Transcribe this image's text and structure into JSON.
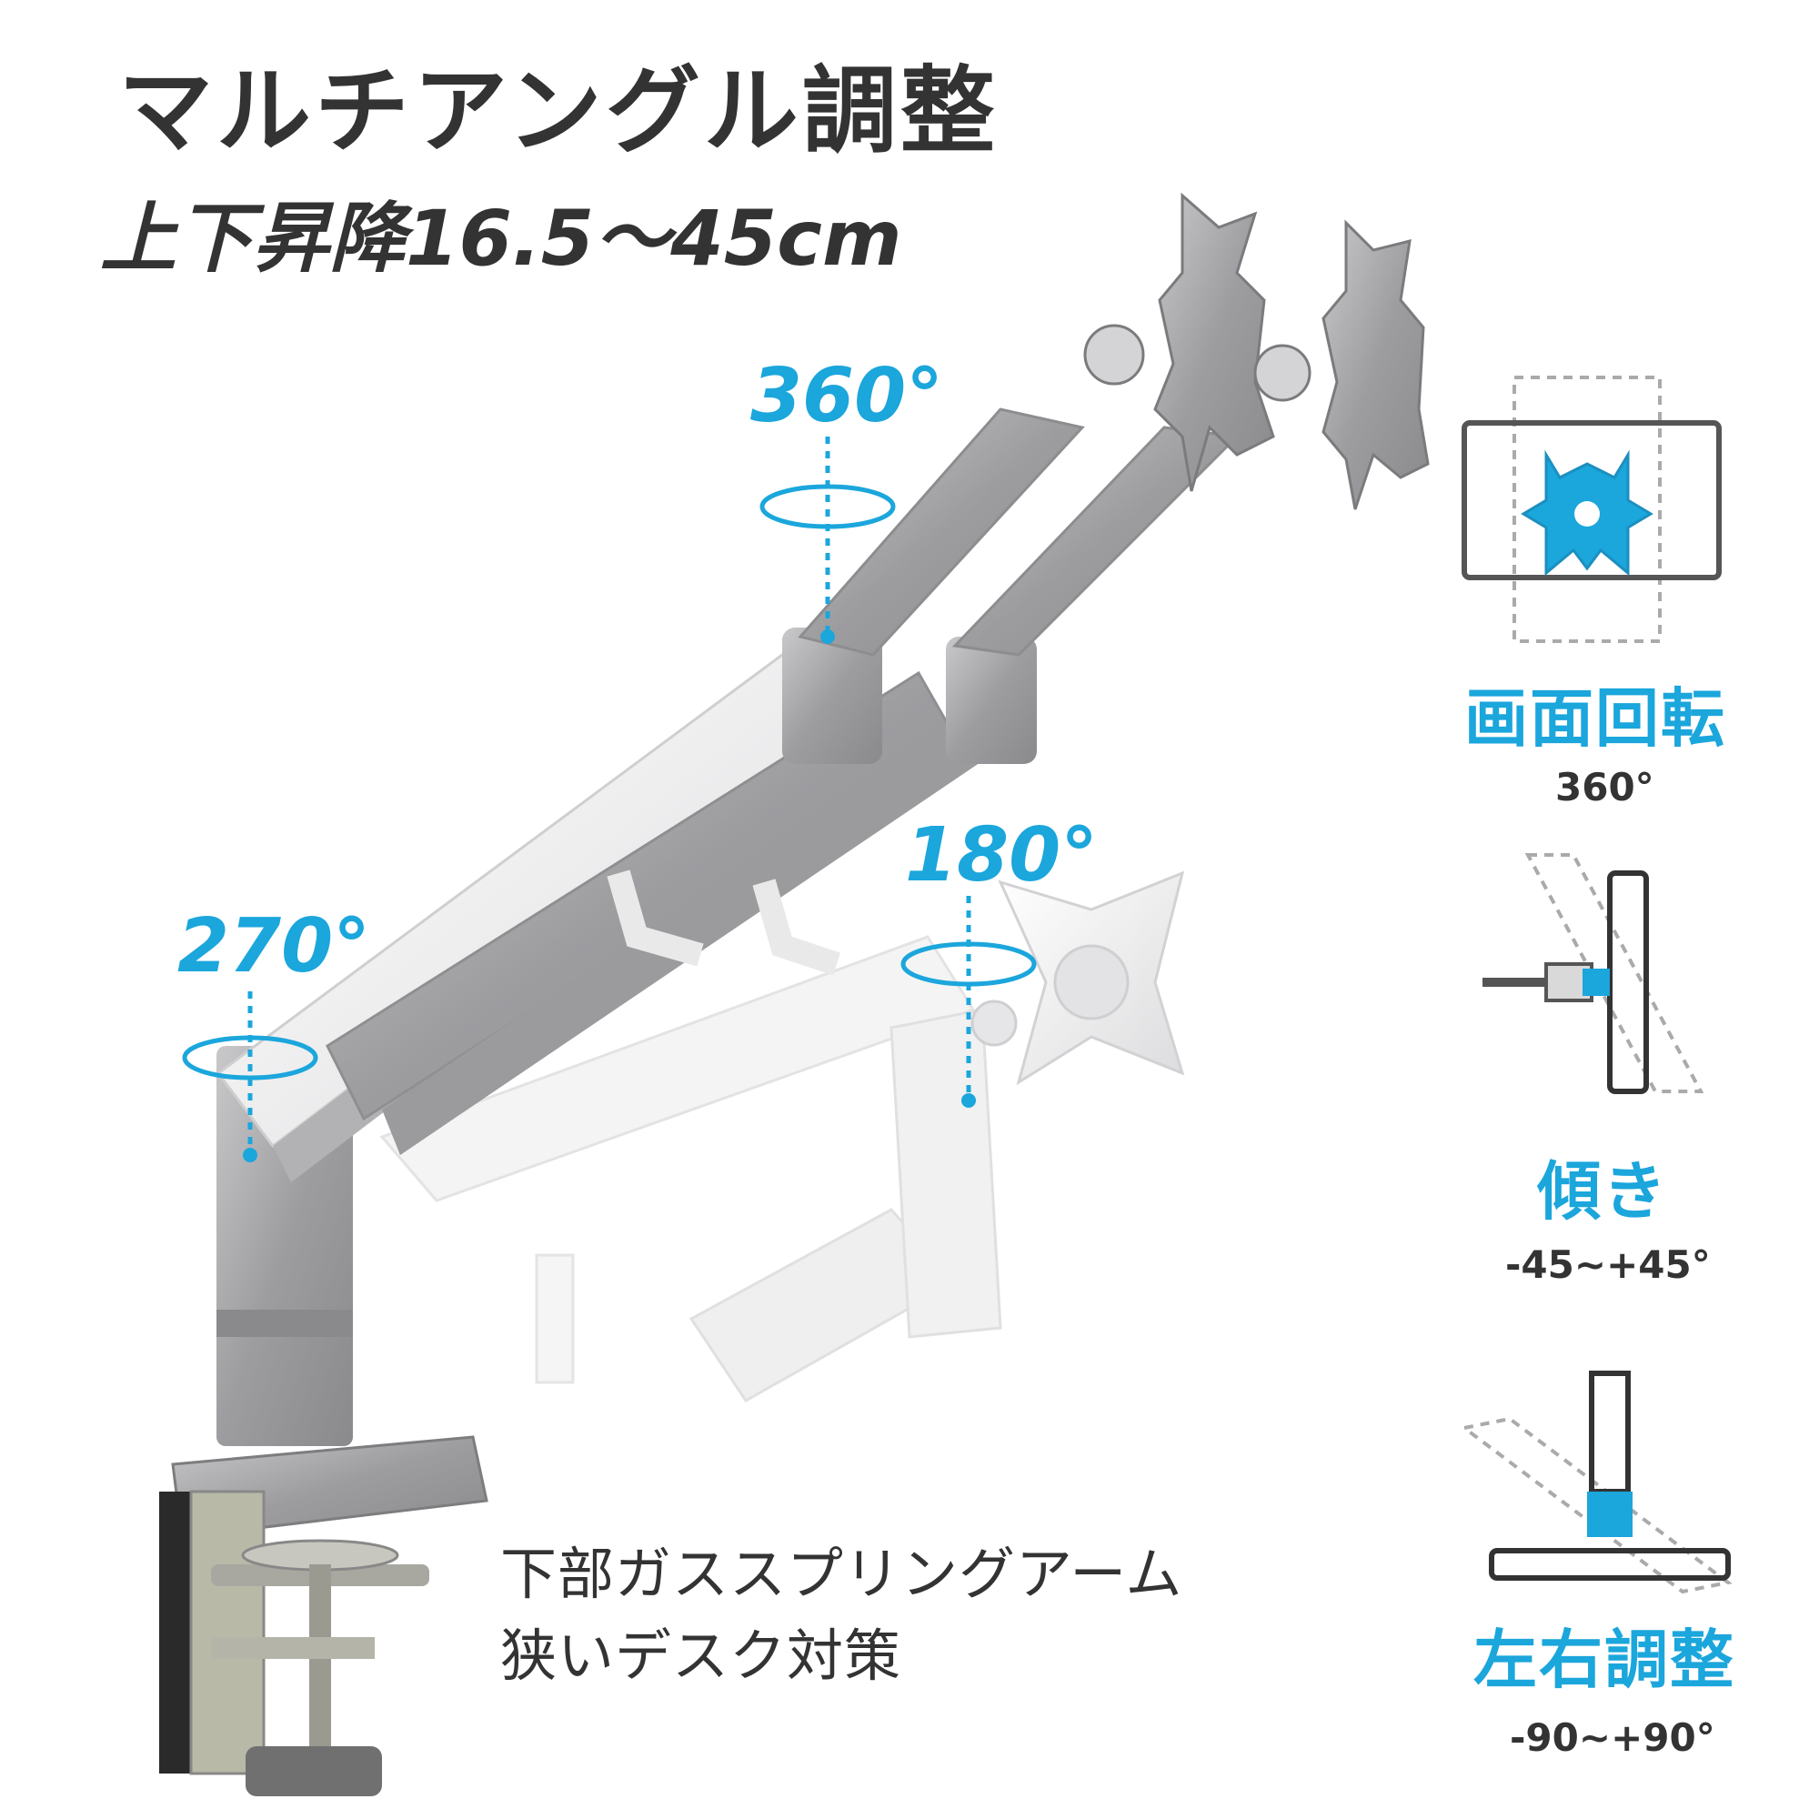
{
  "headline": {
    "title": "マルチアングル調整",
    "subtitle": "上下昇降16.5～45cm"
  },
  "rotation_labels": {
    "arm_joint": "360°",
    "base": "270°",
    "head": "180°"
  },
  "features": [
    {
      "title": "画面回転",
      "value": "360°",
      "icon": "screen-rotation-icon"
    },
    {
      "title": "傾き",
      "value": "-45~+45°",
      "icon": "tilt-icon"
    },
    {
      "title": "左右調整",
      "value": "-90~+90°",
      "icon": "swivel-icon"
    }
  ],
  "bottom_caption": {
    "line1": "下部ガススプリングアーム",
    "line2": "狭いデスク対策"
  },
  "colors": {
    "accent": "#1ba6dc",
    "text": "#333333",
    "silver": "#a8a8aa",
    "white_arm": "#eeeeee"
  }
}
